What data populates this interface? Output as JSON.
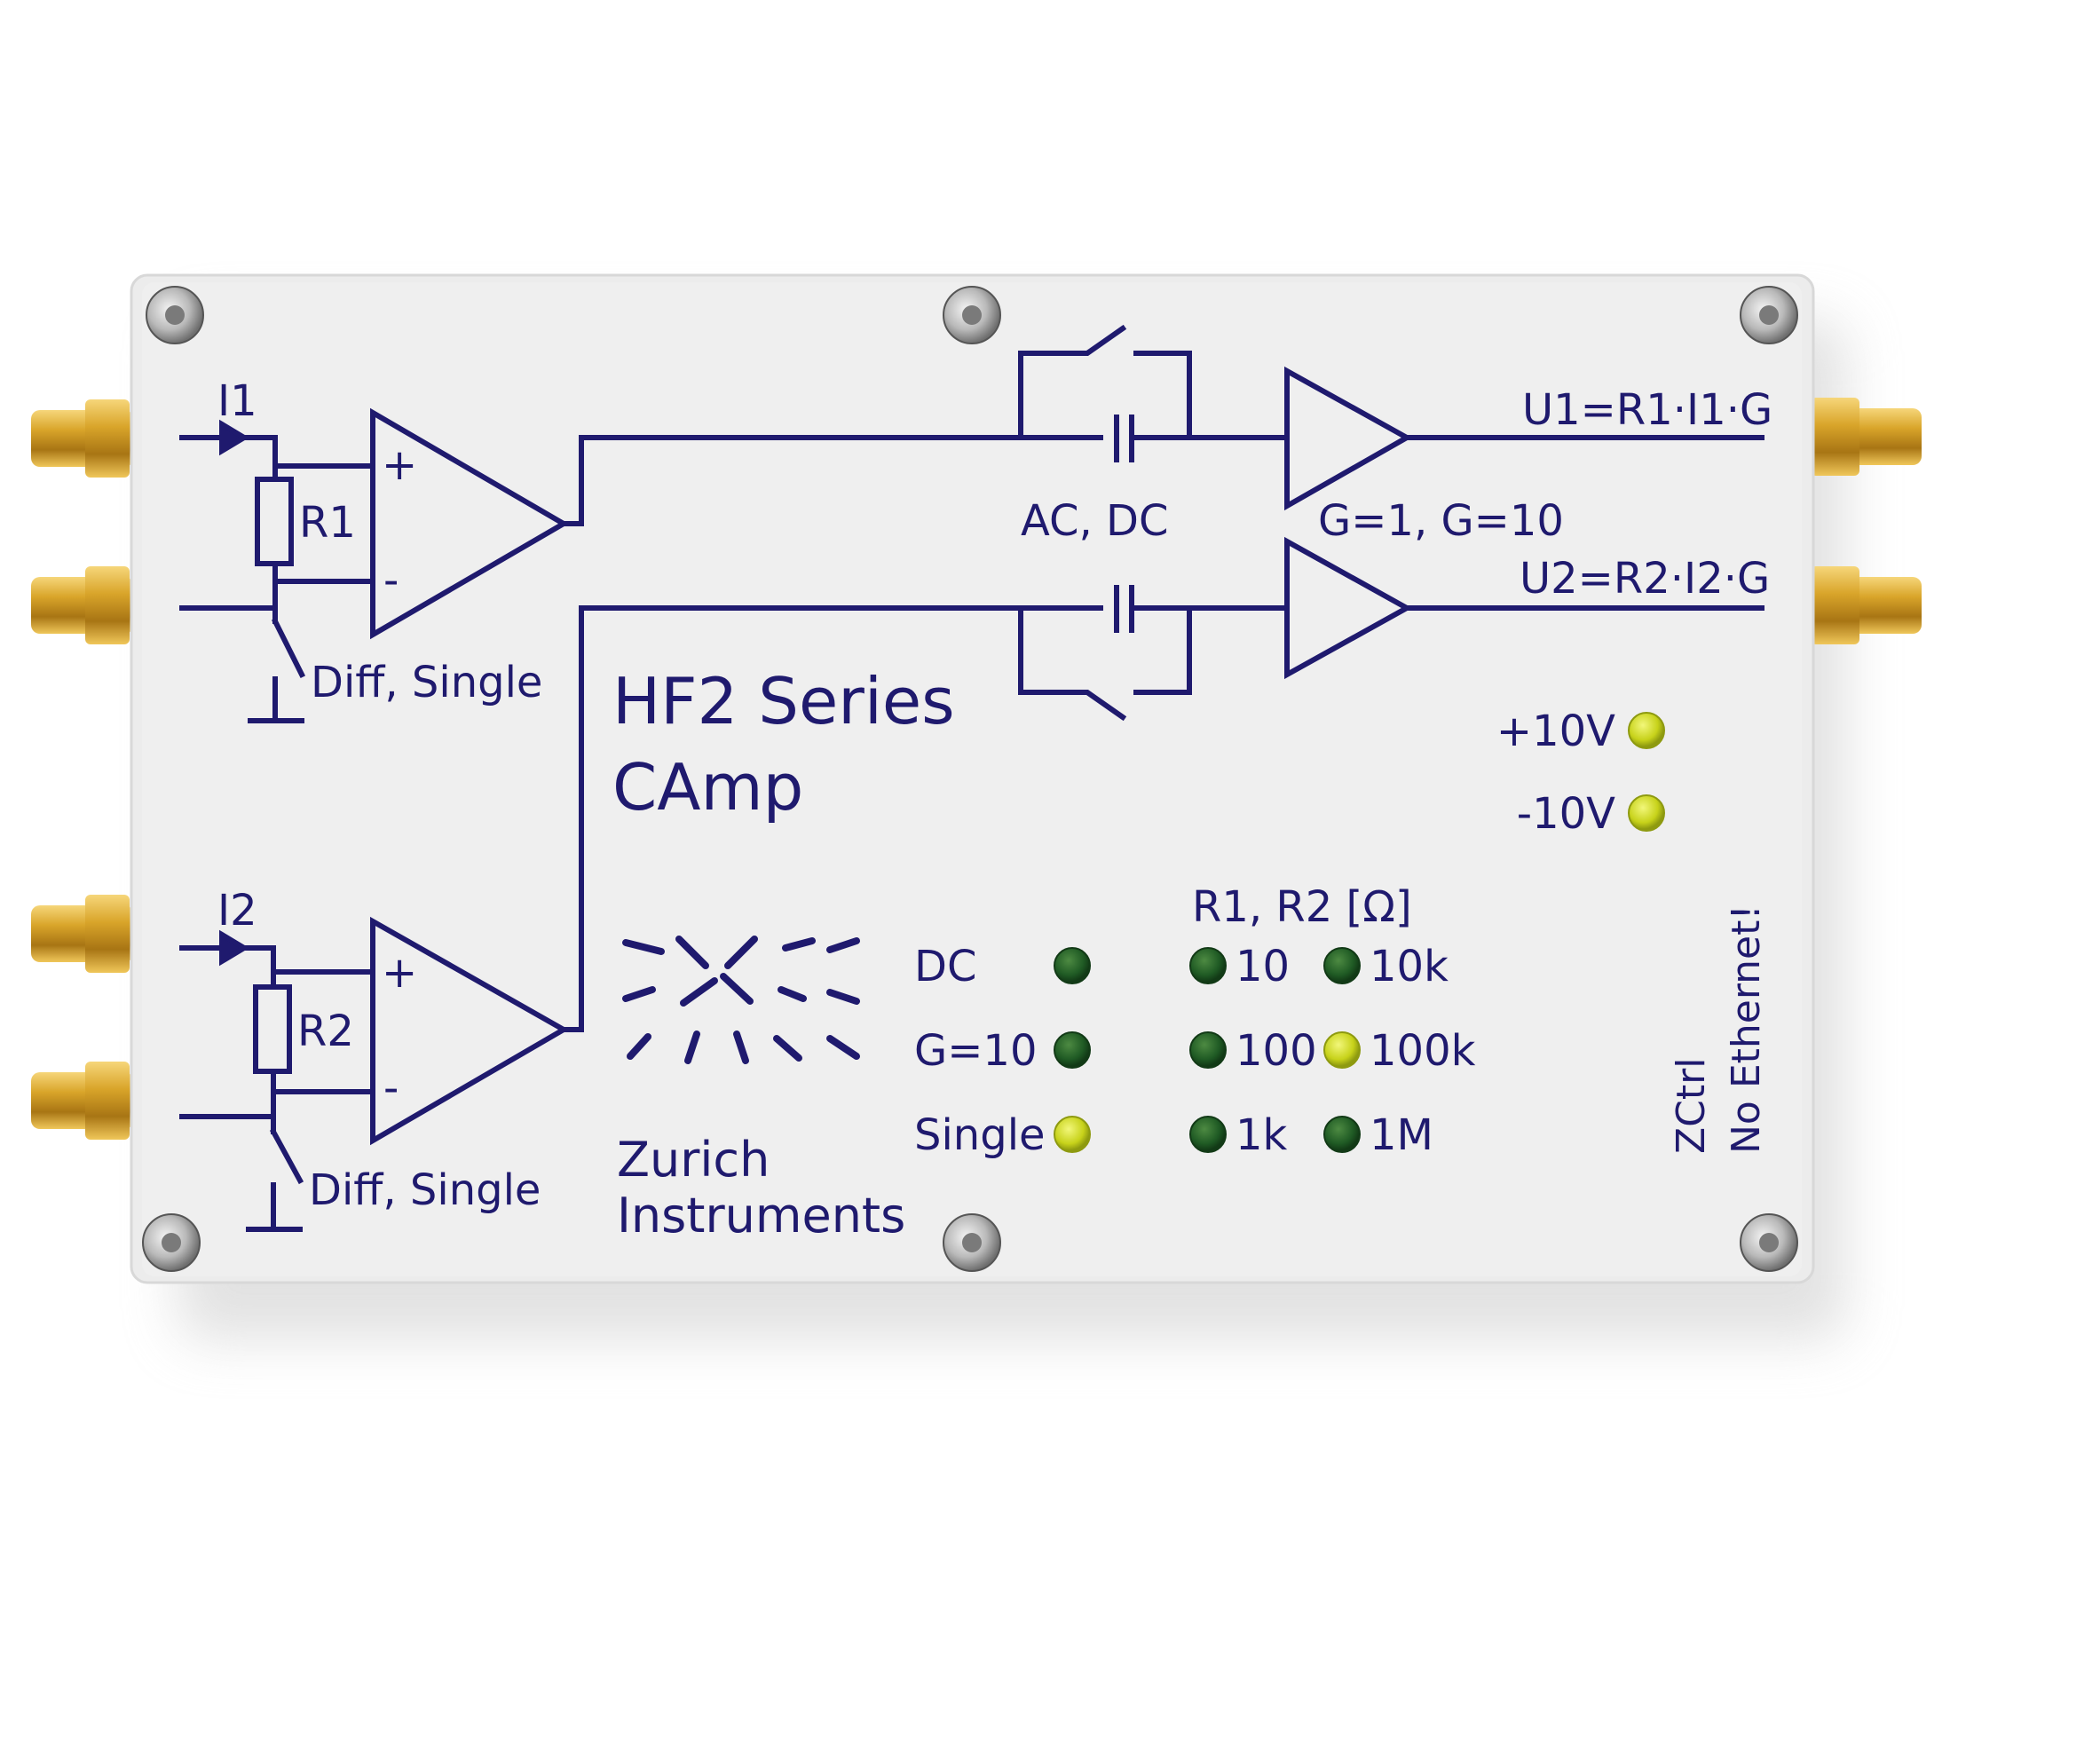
{
  "colors": {
    "panel": "#eeeeee",
    "ink": "#1f1a6e",
    "gold": "#d9a52a",
    "led_on": "#c7d21a",
    "led_off": "#1f5a24"
  },
  "labels": {
    "i1": "I1",
    "i2": "I2",
    "r1": "R1",
    "r2": "R2",
    "plus": "+",
    "minus": "-",
    "diff_single_top": "Diff, Single",
    "diff_single_bottom": "Diff, Single",
    "ac_dc": "AC, DC",
    "gain": "G=1, G=10",
    "u1": "U1=R1·I1·G",
    "u2": "U2=R2·I2·G",
    "title_line1": "HF2 Series",
    "title_line2": "CAmp",
    "brand_line1": "Zurich",
    "brand_line2": "Instruments",
    "zctrl": "ZCtrl",
    "no_ethernet": "No Ethernet!"
  },
  "power_leds": [
    {
      "label": "+10V",
      "state": "on"
    },
    {
      "label": "-10V",
      "state": "on"
    }
  ],
  "mode_leds": [
    {
      "label": "DC",
      "state": "off"
    },
    {
      "label": "G=10",
      "state": "off"
    },
    {
      "label": "Single",
      "state": "on"
    }
  ],
  "resistance": {
    "header": "R1, R2 [Ω]",
    "leds": [
      {
        "label": "10",
        "state": "off"
      },
      {
        "label": "10k",
        "state": "off"
      },
      {
        "label": "100",
        "state": "off"
      },
      {
        "label": "100k",
        "state": "on"
      },
      {
        "label": "1k",
        "state": "off"
      },
      {
        "label": "1M",
        "state": "off"
      }
    ]
  }
}
